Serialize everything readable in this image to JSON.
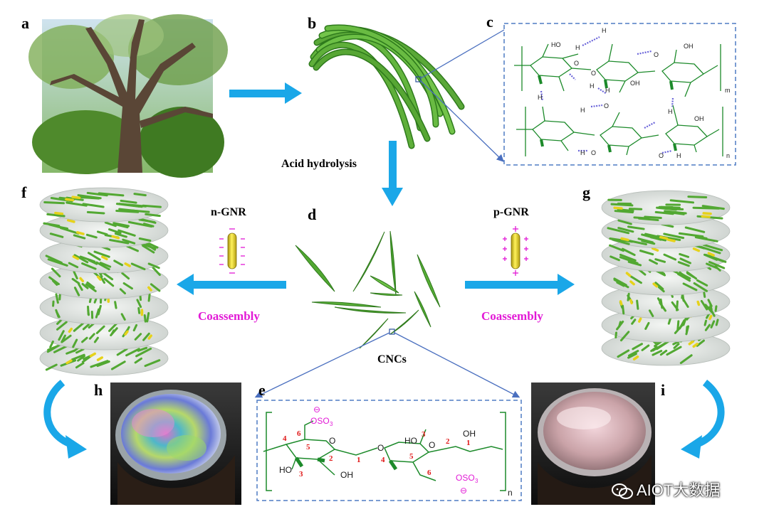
{
  "panels": {
    "a": "a",
    "b": "b",
    "c": "c",
    "d": "d",
    "e": "e",
    "f": "f",
    "g": "g",
    "h": "h",
    "i": "i"
  },
  "labels": {
    "acid_hydrolysis": "Acid hydrolysis",
    "n_gnr": "n-GNR",
    "p_gnr": "p-GNR",
    "coassembly_left": "Coassembly",
    "coassembly_right": "Coassembly",
    "cncs": "CNCs"
  },
  "chemistry": {
    "hbond_H": "H",
    "ring_O": "O",
    "OH": "OH",
    "HO": "HO",
    "OSO3": "OSO",
    "subscript_3": "3",
    "n": "n",
    "m": "m",
    "sulfate_charge": "⊖",
    "carbon_numbers": [
      "1",
      "2",
      "3",
      "4",
      "5",
      "6"
    ]
  },
  "watermark": {
    "text": "AIOT大数据",
    "icon": "wechat-icon"
  },
  "colors": {
    "arrow": "#1aa7e8",
    "magenta": "#e21ad6",
    "cnc_green": "#52a832",
    "gnr_yellow": "#e6d21a",
    "dash_box": "#4f7bc4",
    "molecule": "#1c8a2a",
    "hbond": "#6a64d9",
    "carbon_label": "#e01818"
  }
}
